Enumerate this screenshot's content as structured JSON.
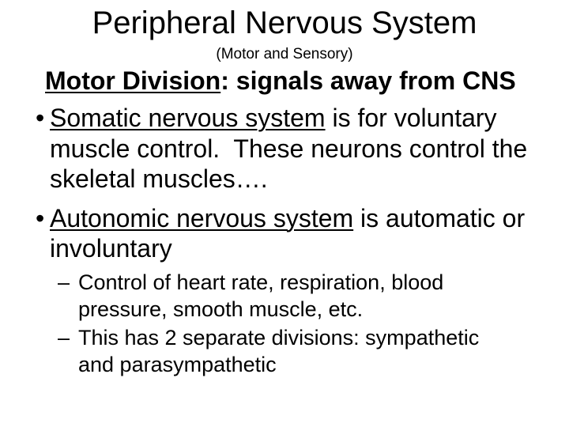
{
  "slide": {
    "title": "Peripheral Nervous System",
    "subtitle": "(Motor and Sensory)",
    "heading": {
      "underlined": "Motor Division",
      "rest": ": signals away from CNS"
    },
    "bullets": [
      {
        "marker": "•",
        "underlined": "Somatic nervous system",
        "rest": " is for voluntary muscle control.  These neurons control the skeletal muscles…."
      },
      {
        "marker": "•",
        "underlined": "Autonomic nervous system",
        "rest": " is automatic or involuntary"
      }
    ],
    "sub_bullets": [
      {
        "marker": "–",
        "text": "Control of heart rate, respiration, blood pressure, smooth muscle, etc."
      },
      {
        "marker": "–",
        "text": "This has 2 separate divisions: sympathetic and parasympathetic"
      }
    ],
    "colors": {
      "background": "#ffffff",
      "text": "#000000"
    }
  }
}
